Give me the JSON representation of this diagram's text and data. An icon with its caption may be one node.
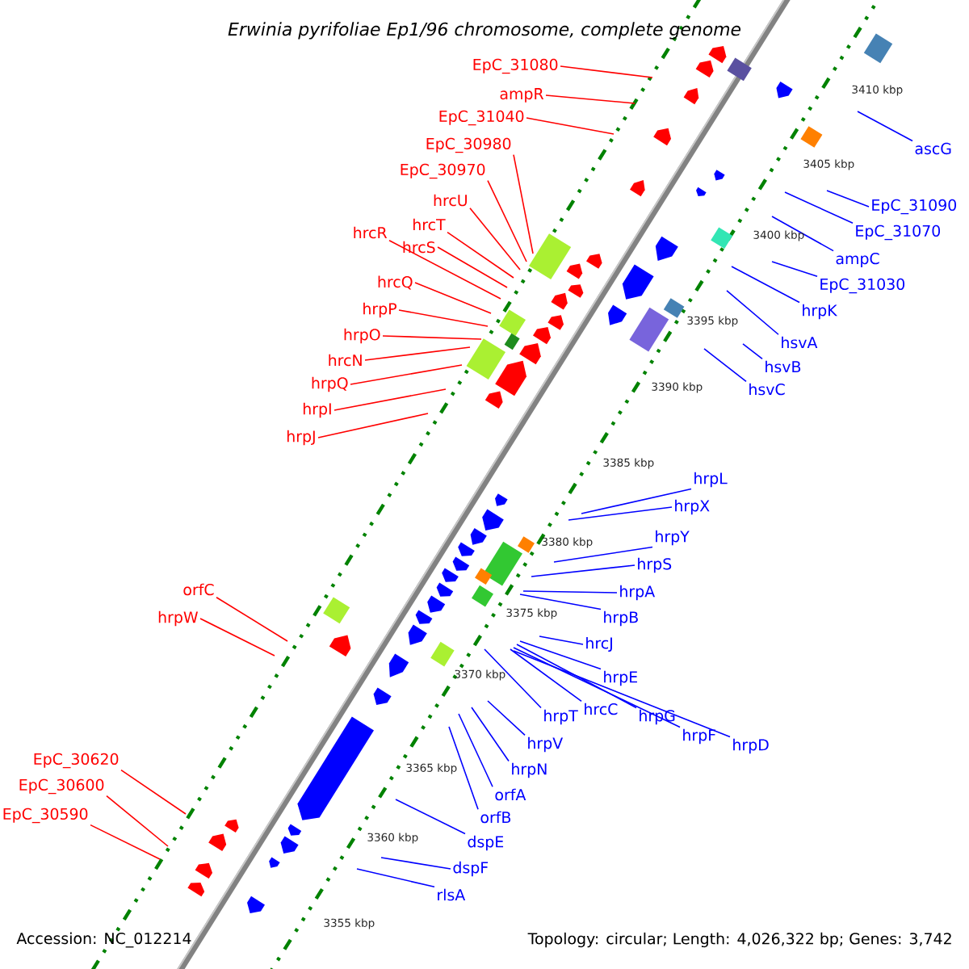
{
  "diagram": {
    "title": "Erwinia pyrifoliae Ep1/96 chromosome, complete genome",
    "nodes": [
      {
        "text": [
          "EpC_31080"
        ]
      },
      {
        "text": [
          "ampR"
        ]
      },
      {
        "text": [
          "EpC_31040"
        ]
      },
      {
        "text": [
          "EpC_30980"
        ]
      },
      {
        "text": [
          "EpC_30970"
        ]
      },
      {
        "text": [
          "hrcU"
        ]
      },
      {
        "text": [
          "hrcT"
        ]
      },
      {
        "text": [
          "hrcR"
        ]
      },
      {
        "text": [
          "hrcS"
        ]
      },
      {
        "text": [
          "hrcQ"
        ]
      },
      {
        "text": [
          "hrpP"
        ]
      },
      {
        "text": [
          "hrpO"
        ]
      },
      {
        "text": [
          "hrcN"
        ]
      },
      {
        "text": [
          "hrpQ"
        ]
      },
      {
        "text": [
          "hrpI"
        ]
      },
      {
        "text": [
          "hrpJ"
        ]
      },
      {
        "text": [
          "orfC"
        ]
      },
      {
        "text": [
          "hrpW"
        ]
      },
      {
        "text": [
          "EpC_30620"
        ]
      },
      {
        "text": [
          "EpC_30600"
        ]
      },
      {
        "text": [
          "EpC_30590"
        ]
      },
      {
        "text": [
          "ascG"
        ]
      },
      {
        "text": [
          "EpC_31090"
        ]
      },
      {
        "text": [
          "EpC_31070"
        ]
      },
      {
        "text": [
          "ampC"
        ]
      },
      {
        "text": [
          "EpC_31030"
        ]
      },
      {
        "text": [
          "hrpK"
        ]
      },
      {
        "text": [
          "hsvA"
        ]
      },
      {
        "text": [
          "hsvB"
        ]
      },
      {
        "text": [
          "hsvC"
        ]
      },
      {
        "text": [
          "hrpL"
        ]
      },
      {
        "text": [
          "hrpX"
        ]
      },
      {
        "text": [
          "hrpY"
        ]
      },
      {
        "text": [
          "hrpS"
        ]
      },
      {
        "text": [
          "hrpA"
        ]
      },
      {
        "text": [
          "hrpB"
        ]
      },
      {
        "text": [
          "hrcJ"
        ]
      },
      {
        "text": [
          "hrpE"
        ]
      },
      {
        "text": [
          "hrcC"
        ]
      },
      {
        "text": [
          "hrpG"
        ]
      },
      {
        "text": [
          "hrpF"
        ]
      },
      {
        "text": [
          "hrpD"
        ]
      },
      {
        "text": [
          "hrpT"
        ]
      },
      {
        "text": [
          "hrpV"
        ]
      },
      {
        "text": [
          "hrpN"
        ]
      },
      {
        "text": [
          "orfA"
        ]
      },
      {
        "text": [
          "orfB"
        ]
      },
      {
        "text": [
          "dspE"
        ]
      },
      {
        "text": [
          "dspF"
        ]
      },
      {
        "text": [
          "rlsA"
        ]
      }
    ],
    "edges": [
      {
        "from": 0,
        "to": null,
        "arrow": "none",
        "color": "#ff0000"
      },
      {
        "from": 1,
        "to": null,
        "arrow": "none",
        "color": "#ff0000"
      },
      {
        "from": 2,
        "to": null,
        "arrow": "none",
        "color": "#ff0000"
      },
      {
        "from": 3,
        "to": null,
        "arrow": "none",
        "color": "#ff0000"
      },
      {
        "from": 4,
        "to": null,
        "arrow": "none",
        "color": "#ff0000"
      },
      {
        "from": 5,
        "to": null,
        "arrow": "none",
        "color": "#ff0000"
      },
      {
        "from": 6,
        "to": null,
        "arrow": "none",
        "color": "#ff0000"
      },
      {
        "from": 7,
        "to": null,
        "arrow": "none",
        "color": "#ff0000"
      },
      {
        "from": 8,
        "to": null,
        "arrow": "none",
        "color": "#ff0000"
      },
      {
        "from": 9,
        "to": null,
        "arrow": "none",
        "color": "#ff0000"
      },
      {
        "from": 10,
        "to": null,
        "arrow": "none",
        "color": "#ff0000"
      },
      {
        "from": 11,
        "to": null,
        "arrow": "none",
        "color": "#ff0000"
      },
      {
        "from": 12,
        "to": null,
        "arrow": "none",
        "color": "#ff0000"
      },
      {
        "from": 13,
        "to": null,
        "arrow": "none",
        "color": "#ff0000"
      },
      {
        "from": 14,
        "to": null,
        "arrow": "none",
        "color": "#ff0000"
      },
      {
        "from": 15,
        "to": null,
        "arrow": "none",
        "color": "#ff0000"
      },
      {
        "from": 16,
        "to": null,
        "arrow": "none",
        "color": "#ff0000"
      },
      {
        "from": 17,
        "to": null,
        "arrow": "none",
        "color": "#ff0000"
      },
      {
        "from": 18,
        "to": null,
        "arrow": "none",
        "color": "#ff0000"
      },
      {
        "from": 19,
        "to": null,
        "arrow": "none",
        "color": "#ff0000"
      },
      {
        "from": 20,
        "to": null,
        "arrow": "none",
        "color": "#ff0000"
      },
      {
        "from": 21,
        "to": null,
        "arrow": "none"
      },
      {
        "from": 22,
        "to": null,
        "arrow": "none"
      },
      {
        "from": 23,
        "to": null,
        "arrow": "none"
      },
      {
        "from": 24,
        "to": null,
        "arrow": "none"
      },
      {
        "from": 25,
        "to": null,
        "arrow": "none"
      },
      {
        "from": 26,
        "to": null,
        "arrow": "none"
      },
      {
        "from": 27,
        "to": null,
        "arrow": "none"
      },
      {
        "from": 28,
        "to": null,
        "arrow": "none"
      },
      {
        "from": 29,
        "to": null,
        "arrow": "none"
      },
      {
        "from": 30,
        "to": null,
        "arrow": "none"
      },
      {
        "from": 31,
        "to": null,
        "arrow": "none"
      },
      {
        "from": 32,
        "to": null,
        "arrow": "none"
      },
      {
        "from": 33,
        "to": null,
        "arrow": "none"
      },
      {
        "from": 34,
        "to": null,
        "arrow": "none"
      },
      {
        "from": 35,
        "to": null,
        "arrow": "none"
      },
      {
        "from": 36,
        "to": null,
        "arrow": "none"
      },
      {
        "from": 37,
        "to": null,
        "arrow": "none"
      },
      {
        "from": 38,
        "to": null,
        "arrow": "none"
      },
      {
        "from": 39,
        "to": null,
        "arrow": "none"
      },
      {
        "from": 40,
        "to": null,
        "arrow": "none"
      },
      {
        "from": 41,
        "to": null,
        "arrow": "none"
      },
      {
        "from": 42,
        "to": null,
        "arrow": "none"
      },
      {
        "from": 43,
        "to": null,
        "arrow": "none"
      },
      {
        "from": 44,
        "to": null,
        "arrow": "none"
      },
      {
        "from": 45,
        "to": null,
        "arrow": "none"
      },
      {
        "from": 46,
        "to": null,
        "arrow": "none"
      },
      {
        "from": 47,
        "to": null,
        "arrow": "none"
      },
      {
        "from": 48,
        "to": null,
        "arrow": "none"
      },
      {
        "from": 49,
        "to": null,
        "arrow": "none"
      }
    ],
    "labels": [
      "3410 kbp",
      "3405 kbp",
      "3400 kbp",
      "3395 kbp",
      "3390 kbp",
      "3385 kbp",
      "3380 kbp",
      "3375 kbp",
      "3370 kbp",
      "3365 kbp",
      "3360 kbp",
      "3355 kbp",
      "Accession: NC_012214",
      "Topology: circular; Length: 4,026,322 bp; Genes: 3,742"
    ]
  }
}
